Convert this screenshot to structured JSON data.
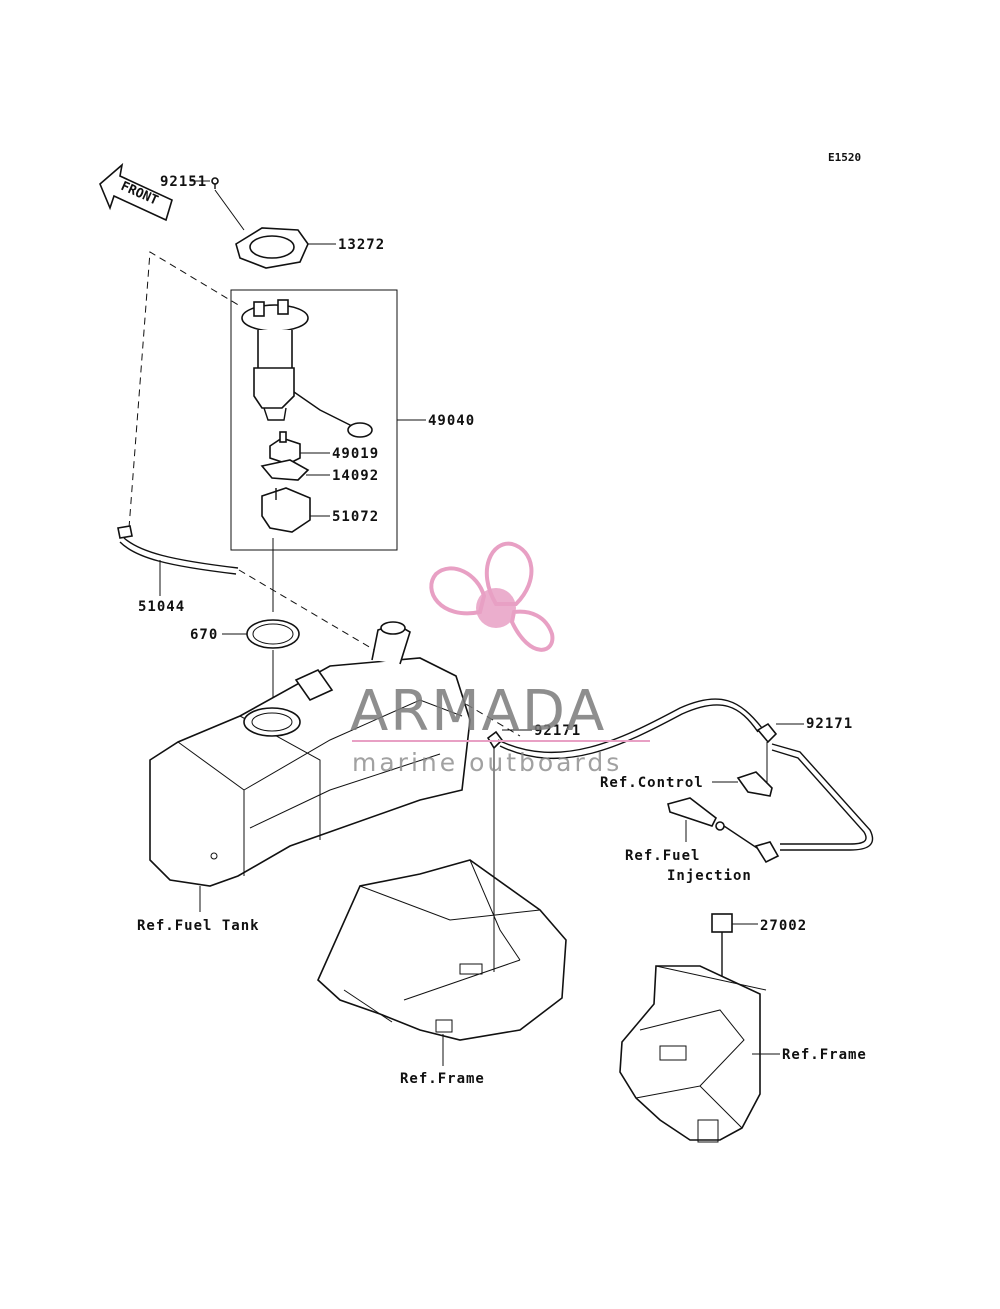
{
  "diagram": {
    "code": "E1520",
    "front_label": "FRONT",
    "parts": {
      "p92151": "92151",
      "p13272": "13272",
      "p49040": "49040",
      "p49019": "49019",
      "p14092": "14092",
      "p51072": "51072",
      "p51044": "51044",
      "p670": "670",
      "p92171a": "92171",
      "p92171b": "92171",
      "p27002": "27002"
    },
    "refs": {
      "fuel_tank": "Ref.Fuel Tank",
      "control": "Ref.Control",
      "fuel_injection_1": "Ref.Fuel",
      "fuel_injection_2": "Injection",
      "frame_1": "Ref.Frame",
      "frame_2": "Ref.Frame"
    }
  },
  "watermark": {
    "brand": "ARMADA",
    "tagline": "marine outboards",
    "color": "#e8a0c4"
  }
}
